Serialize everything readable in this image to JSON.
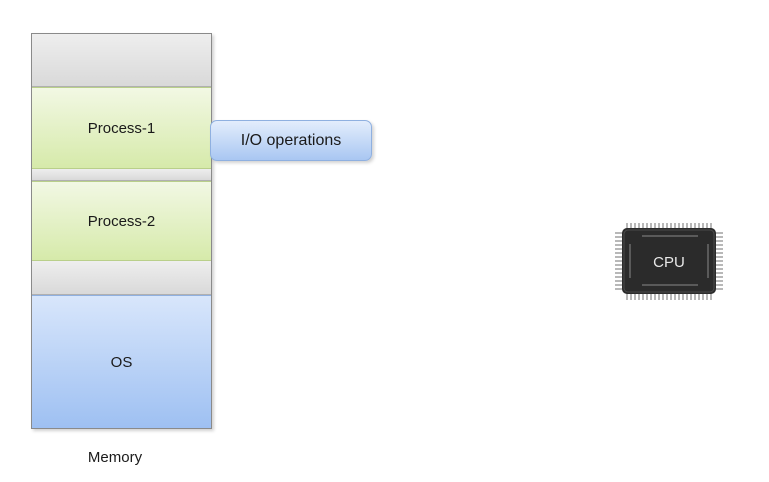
{
  "memory": {
    "label": "Memory",
    "segments": [
      {
        "name": "free",
        "label": ""
      },
      {
        "name": "process-1",
        "label": "Process-1"
      },
      {
        "name": "free",
        "label": ""
      },
      {
        "name": "process-2",
        "label": "Process-2"
      },
      {
        "name": "free",
        "label": ""
      },
      {
        "name": "os",
        "label": "OS"
      }
    ]
  },
  "io_operations": {
    "label": "I/O operations"
  },
  "cpu": {
    "label": "CPU",
    "colors": {
      "body": "#2b2b2b",
      "pins": "#b8b8b8",
      "text": "#e8e8e8"
    }
  },
  "colors": {
    "process_fill": "#d6eaaa",
    "os_fill": "#9ec0f2",
    "free_fill": "#d9d9d9",
    "io_fill": "#a9c7f2"
  }
}
